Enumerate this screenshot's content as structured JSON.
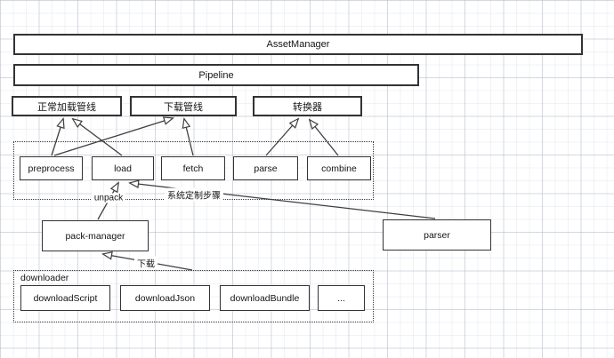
{
  "diagram": {
    "title_note": "AssetManager pipeline architecture diagram on grid paper",
    "nodes": {
      "assetManager": {
        "label": "AssetManager"
      },
      "pipeline": {
        "label": "Pipeline"
      },
      "normalPipeline": {
        "label": "正常加载管线"
      },
      "downloadPipeline": {
        "label": "下载管线"
      },
      "converter": {
        "label": "转换器"
      },
      "preprocess": {
        "label": "preprocess"
      },
      "load": {
        "label": "load"
      },
      "fetch": {
        "label": "fetch"
      },
      "parse": {
        "label": "parse"
      },
      "combine": {
        "label": "combine"
      },
      "packManager": {
        "label": "pack-manager"
      },
      "parser": {
        "label": "parser"
      },
      "downloadScript": {
        "label": "downloadScript"
      },
      "downloadJson": {
        "label": "downloadJson"
      },
      "downloadBundle": {
        "label": "downloadBundle"
      },
      "more": {
        "label": "..."
      }
    },
    "containers": {
      "customSteps": {
        "label": ""
      },
      "downloader": {
        "label": "downloader"
      }
    },
    "edges": [
      {
        "from": "preprocess",
        "to": "normalPipeline",
        "label": ""
      },
      {
        "from": "load",
        "to": "normalPipeline",
        "label": ""
      },
      {
        "from": "preprocess",
        "to": "downloadPipeline",
        "label": ""
      },
      {
        "from": "fetch",
        "to": "downloadPipeline",
        "label": ""
      },
      {
        "from": "parse",
        "to": "converter",
        "label": ""
      },
      {
        "from": "combine",
        "to": "converter",
        "label": ""
      },
      {
        "from": "packManager",
        "to": "load",
        "label": "unpack"
      },
      {
        "from": "parser",
        "to": "load",
        "label": "系统定制步骤"
      },
      {
        "from": "downloader",
        "to": "packManager",
        "label": "下载"
      }
    ],
    "colors": {
      "node_border": "#333333",
      "edge_stroke": "#3f3f3f",
      "node_fill": "#ffffff",
      "grid_major": "#dde1e9",
      "grid_minor": "#eef0f5",
      "background": "#ffffff"
    }
  }
}
